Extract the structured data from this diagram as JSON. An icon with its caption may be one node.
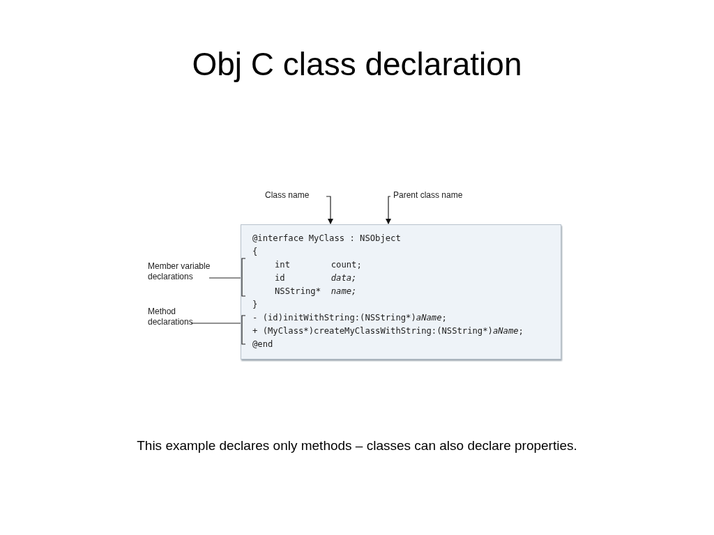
{
  "diagram": {
    "title": "Obj C class declaration",
    "nodes": [
      {
        "text": [
          "Class name"
        ]
      },
      {
        "text": [
          "Parent class name"
        ]
      },
      {
        "text": [
          "Member variable declarations"
        ]
      },
      {
        "text": [
          "Method declarations"
        ]
      },
      {
        "text": [
          "@interface MyClass : NSObject",
          "{",
          "int        count;",
          "id         *data;*",
          "NSString*  *name;*",
          "}",
          "- (id)initWithString:(NSString*)*aName*;",
          "+ (MyClass*)createMyClassWithString:(NSString*)*aName*;",
          "@end"
        ]
      }
    ],
    "edges": [
      {
        "from": 0,
        "to": 4,
        "arrow": "to"
      },
      {
        "from": 1,
        "to": 4,
        "arrow": "to"
      },
      {
        "from": 2,
        "to": 4,
        "arrow": "none"
      },
      {
        "from": 3,
        "to": 4,
        "arrow": "none"
      }
    ],
    "caption": "This example declares only methods – classes can also declare properties."
  }
}
